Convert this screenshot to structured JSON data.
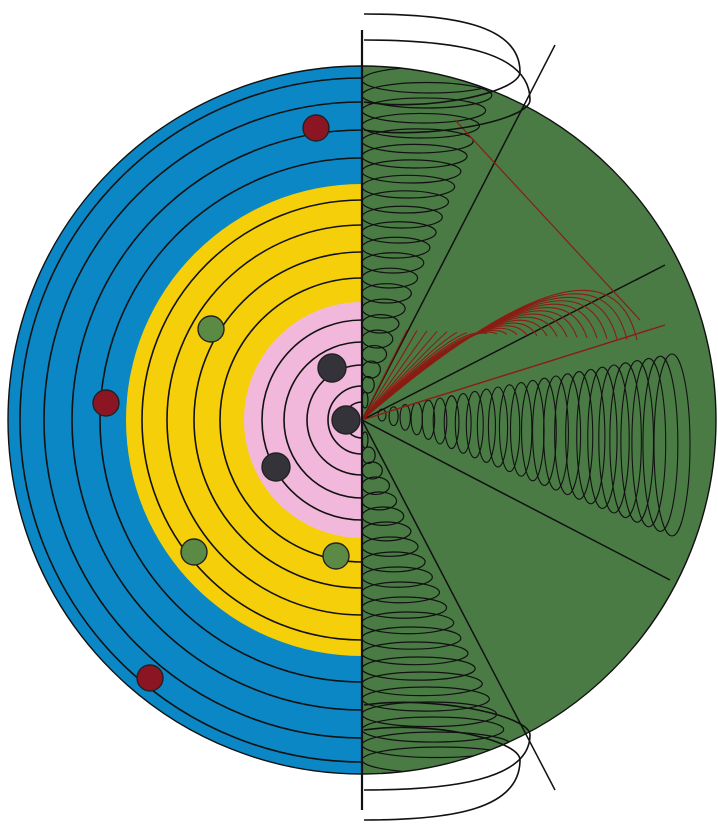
{
  "colors": {
    "outer_band": "#0a87c4",
    "middle_band": "#f5cf0a",
    "inner_core": "#f2b8dc",
    "right_half": "#4a7b45",
    "line": "#111111",
    "red_spiral": "#8a1d14",
    "red_particle": "#8c1523",
    "green_particle": "#5b8a45",
    "dark_particle": "#34333a"
  },
  "particles": {
    "red": 3,
    "green": 3,
    "dark": 3
  },
  "icons": [
    "concentric-rings",
    "spiral-coils",
    "divided-circle"
  ]
}
